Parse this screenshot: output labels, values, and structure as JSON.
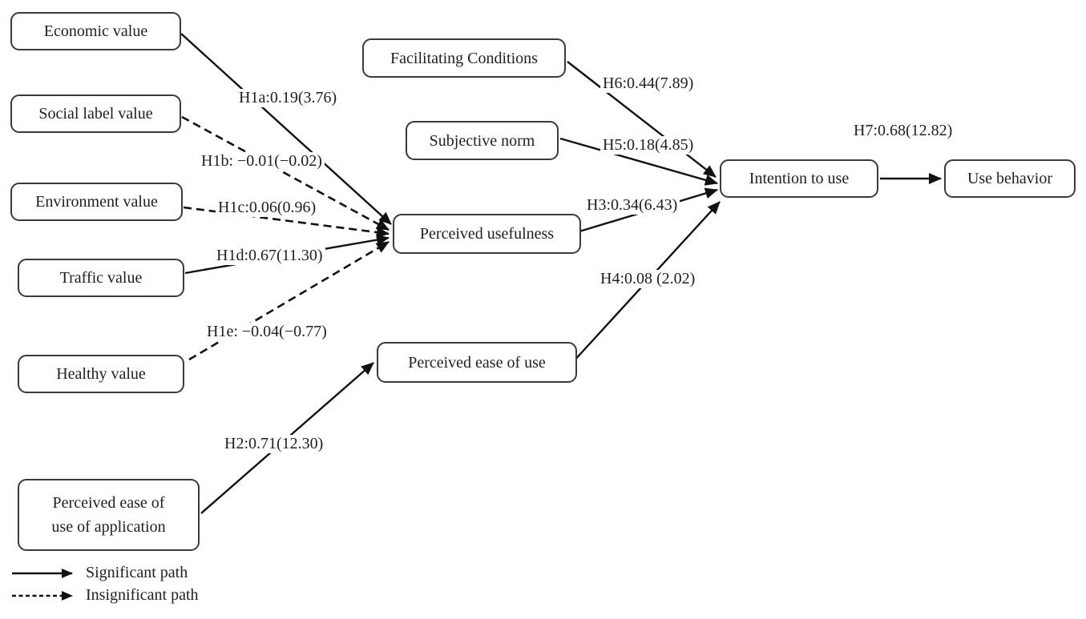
{
  "diagram": {
    "type": "path-model",
    "nodes": [
      {
        "id": "economic-value",
        "label": "Economic value"
      },
      {
        "id": "social-label-value",
        "label": "Social label value"
      },
      {
        "id": "environment-value",
        "label": "Environment value"
      },
      {
        "id": "traffic-value",
        "label": "Traffic value"
      },
      {
        "id": "healthy-value",
        "label": "Healthy value"
      },
      {
        "id": "perceived-ease-of-use-of-application",
        "label_lines": [
          "Perceived ease of",
          "use of application"
        ]
      },
      {
        "id": "facilitating-conditions",
        "label": "Facilitating Conditions"
      },
      {
        "id": "subjective-norm",
        "label": "Subjective norm"
      },
      {
        "id": "perceived-usefulness",
        "label": "Perceived usefulness"
      },
      {
        "id": "perceived-ease-of-use",
        "label": "Perceived ease of use"
      },
      {
        "id": "intention-to-use",
        "label": "Intention to use"
      },
      {
        "id": "use-behavior",
        "label": "Use behavior"
      }
    ],
    "paths": [
      {
        "id": "H1a",
        "label": "H1a:0.19(3.76)",
        "from": "Economic value",
        "to": "Perceived usefulness",
        "style": "solid"
      },
      {
        "id": "H1b",
        "label": "H1b: −0.01(−0.02)",
        "from": "Social label value",
        "to": "Perceived usefulness",
        "style": "dashed"
      },
      {
        "id": "H1c",
        "label": "H1c:0.06(0.96)",
        "from": "Environment value",
        "to": "Perceived usefulness",
        "style": "dashed"
      },
      {
        "id": "H1d",
        "label": "H1d:0.67(11.30)",
        "from": "Traffic value",
        "to": "Perceived usefulness",
        "style": "solid"
      },
      {
        "id": "H1e",
        "label": "H1e: −0.04(−0.77)",
        "from": "Healthy value",
        "to": "Perceived usefulness",
        "style": "dashed"
      },
      {
        "id": "H2",
        "label": "H2:0.71(12.30)",
        "from": "Perceived ease of use of application",
        "to": "Perceived ease of use",
        "style": "solid"
      },
      {
        "id": "H3",
        "label": "H3:0.34(6.43)",
        "from": "Perceived usefulness",
        "to": "Intention to use",
        "style": "solid"
      },
      {
        "id": "H4",
        "label": "H4:0.08 (2.02)",
        "from": "Perceived ease of use",
        "to": "Intention to use",
        "style": "solid"
      },
      {
        "id": "H5",
        "label": "H5:0.18(4.85)",
        "from": "Subjective norm",
        "to": "Intention to use",
        "style": "solid"
      },
      {
        "id": "H6",
        "label": "H6:0.44(7.89)",
        "from": "Facilitating Conditions",
        "to": "Intention to use",
        "style": "solid"
      },
      {
        "id": "H7",
        "label": "H7:0.68(12.82)",
        "from": "Intention to use",
        "to": "Use behavior",
        "style": "solid"
      }
    ],
    "legend": {
      "items": [
        {
          "style": "solid",
          "label": "Significant path"
        },
        {
          "style": "dashed",
          "label": "Insignificant path"
        }
      ]
    },
    "colors": {
      "line": "#111111",
      "border": "#3a3a3a",
      "text": "#1f1f1f",
      "background": "#ffffff"
    }
  }
}
